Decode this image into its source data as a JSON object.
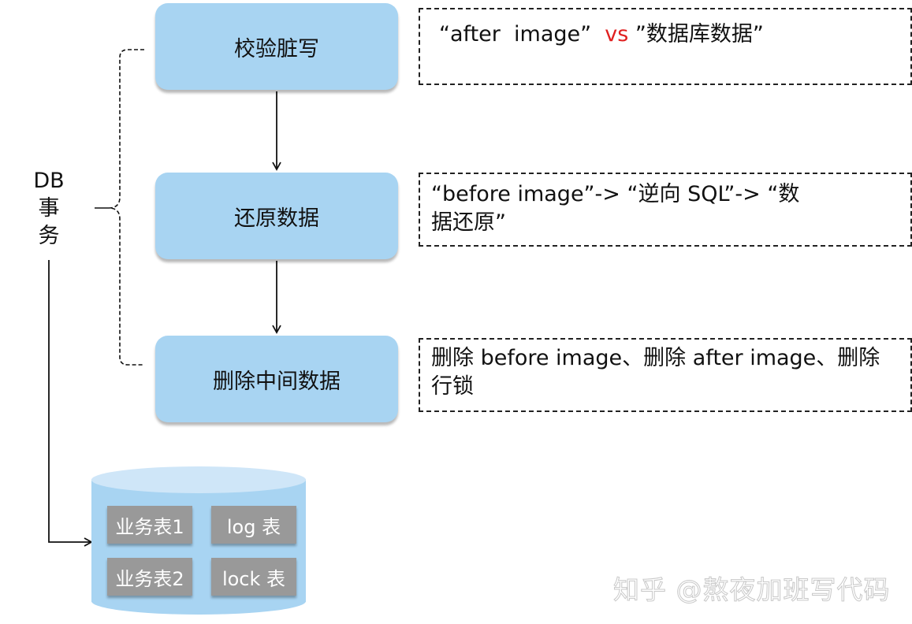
{
  "steps": [
    {
      "label": "校验脏写"
    },
    {
      "label": "还原数据"
    },
    {
      "label": "删除中间数据"
    }
  ],
  "notes": {
    "note1": {
      "before": "“after  image”  ",
      "highlight": "vs",
      "after": " ”数据库数据”",
      "highlight_color": "#e02020"
    },
    "note2": {
      "line1": "“before image”-> “逆向 SQL”-> “数",
      "line2": "据还原”"
    },
    "note3": {
      "line1": "删除 before image、删除 after image、删除",
      "line2": "行锁"
    }
  },
  "db_transaction": {
    "line1": "DB",
    "line2": "事",
    "line3": "务"
  },
  "database": {
    "tables": [
      {
        "label": "业务表1"
      },
      {
        "label": "log 表"
      },
      {
        "label": "业务表2"
      },
      {
        "label": "lock 表"
      }
    ]
  },
  "watermark": "知乎 @熬夜加班写代码",
  "colors": {
    "step_fill": "#a8d4f2",
    "table_tile": "#999999",
    "accent_red": "#e02020"
  }
}
